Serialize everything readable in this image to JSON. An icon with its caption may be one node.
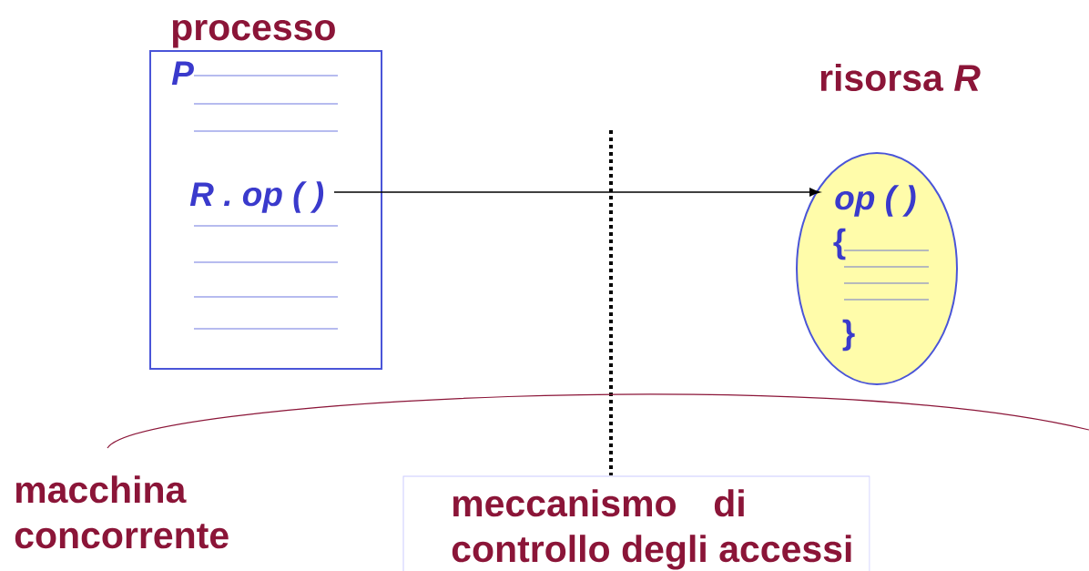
{
  "diagram": {
    "nodes": [
      {
        "text": [
          "processo",
          "P",
          "R . op ( )"
        ]
      },
      {
        "text": [
          "risorsa *R*",
          "op ( )",
          "{",
          "}"
        ]
      },
      {
        "text": [
          "meccanismo di controllo degli accessi"
        ]
      }
    ],
    "edges": [
      {
        "from": 0,
        "to": 1,
        "arrow": "to"
      }
    ],
    "labels": [
      "macchina concorrente"
    ]
  }
}
